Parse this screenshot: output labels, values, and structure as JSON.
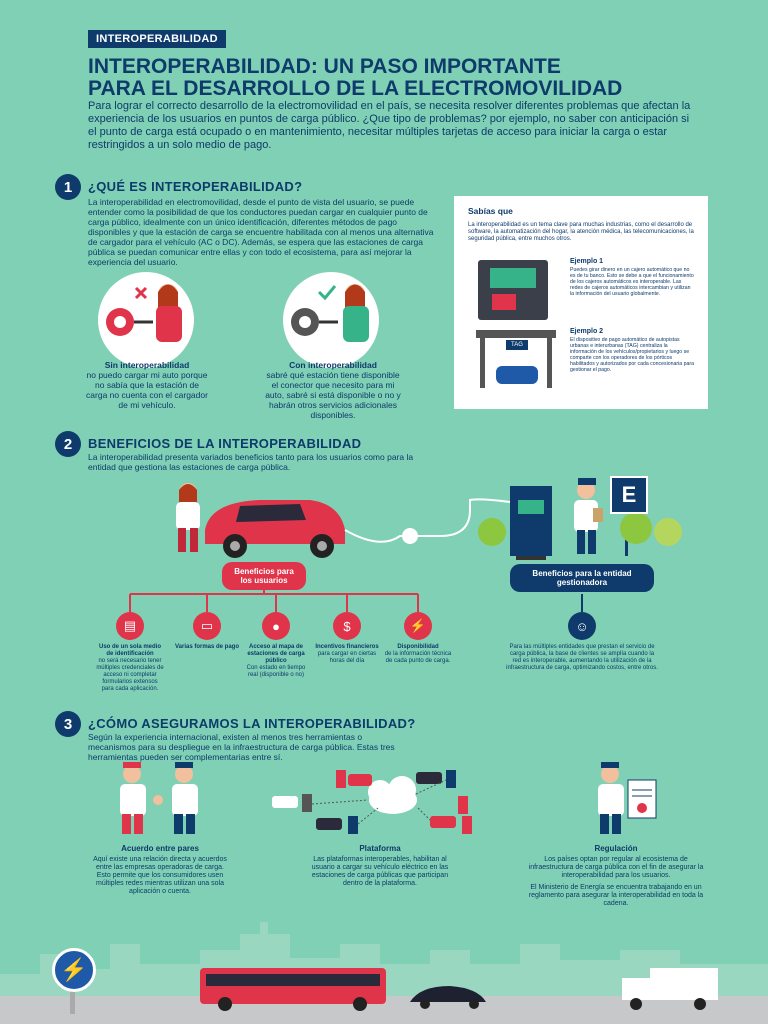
{
  "header": {
    "tag": "INTEROPERABILIDAD",
    "title_line1": "INTEROPERABILIDAD: UN PASO IMPORTANTE",
    "title_line2": "PARA EL DESARROLLO DE LA ELECTROMOVILIDAD",
    "intro": "Para lograr el correcto desarrollo de la electromovilidad en el país, se necesita resolver diferentes problemas que afectan la experiencia de los usuarios en puntos de carga público. ¿Que tipo de problemas? por ejemplo, no saber con anticipación si el punto de carga está ocupado o en mantenimiento, necesitar múltiples tarjetas de acceso para iniciar la carga o estar restringidos a un solo medio de pago."
  },
  "section1": {
    "num": "1",
    "heading": "¿QUÉ ES INTEROPERABILIDAD?",
    "text": "La interoperabilidad en electromovilidad, desde el punto de vista del usuario, se puede entender como la posibilidad de que los conductores puedan cargar en cualquier punto de carga público, idealmente con un único identificación, diferentes métodos de pago disponibles y que la estación de carga se encuentre habilitada con al menos una alternativa de cargador para el vehículo (AC o DC). Además, se espera que las estaciones de carga pública se puedan comunicar entre ellas y con todo el ecosistema, para así mejorar la experiencia del usuario.",
    "without_title": "Sin interoperabilidad",
    "without_text": "no puedo cargar mi auto porque no sabía que la estación de carga no cuenta con el cargador de mi vehículo.",
    "with_title": "Con interoperabilidad",
    "with_text": "sabré qué estación tiene disponible el conector que necesito para mi auto, sabré si está disponible o no y habrán otros servicios adicionales disponibles.",
    "sabias": {
      "heading": "Sabías que",
      "text": "La interoperabilidad es un tema clave para muchas industrias, como el desarrollo de software, la automatización del hogar, la atención médica, las telecomunicaciones, la seguridad pública, entre muchos otros.",
      "ex1_title": "Ejemplo 1",
      "ex1_text": "Puedes girar dinero en un cajero automático que no es de tu banco. Esto se debe a que el funcionamiento de los cajeros automáticos es interoperable. Las redes de cajeros automáticos intercambian y utilizan la información del usuario globalmente.",
      "ex2_title": "Ejemplo 2",
      "ex2_text": "El dispositivo de pago automático de autopistas urbanas e interurbanas (TAG) centraliza la información de los vehículos/propietarios y luego se comparte con los operadores de los pórticos habilitados y autorizados por cada concesionaria para gestionar el pago.",
      "tag_label": "TAG"
    }
  },
  "section2": {
    "num": "2",
    "heading": "BENEFICIOS DE LA INTEROPERABILIDAD",
    "text": "La interoperabilidad presenta variados beneficios tanto para los usuarios como para la entidad que gestiona las estaciones de carga pública.",
    "station_letter": "E",
    "users_pill": "Beneficios para los usuarios",
    "entity_pill": "Beneficios para la entidad gestionadora",
    "benefits": [
      {
        "title": "Uso de un sola medio de identificación",
        "text": "no será necesario tener múltiples credenciales de acceso ni completar formularios extensos para cada aplicación."
      },
      {
        "title": "Varias formas de pago",
        "text": ""
      },
      {
        "title": "Acceso al mapa de estaciones de carga público",
        "text": "Con estado en tiempo real (disponible o no)"
      },
      {
        "title": "Incentivos financieros",
        "text": "para cargar en ciertas horas del día"
      },
      {
        "title": "Disponibilidad",
        "text": "de la información técnica de cada punto de carga."
      }
    ],
    "entity_text": "Para las múltiples entidades que prestan el servicio de carga pública, la base de clientes se amplía cuando la red es interoperable, aumentando la utilización de la infraestructura de carga, optimizando costos, entre otros."
  },
  "section3": {
    "num": "3",
    "heading": "¿CÓMO ASEGURAMOS LA INTEROPERABILIDAD?",
    "text": "Según la experiencia internacional, existen al menos tres herramientas o mecanismos para su despliegue en la infraestructura de carga pública. Estas tres herramientas pueden ser complementarias entre sí.",
    "tools": [
      {
        "title": "Acuerdo entre pares",
        "text": "Aquí existe una relación directa y acuerdos entre las empresas operadoras de carga. Esto permite que los consumidores usen múltiples redes mientras utilizan una sola aplicación o cuenta."
      },
      {
        "title": "Plataforma",
        "text": "Las plataformas interoperables, habilitan al usuario a cargar su vehículo eléctrico en las estaciones de carga públicas que participan dentro de la plataforma."
      },
      {
        "title": "Regulación",
        "text": "Los países optan por regular al ecosistema de infraestructura de carga pública con el fin de asegurar la interoperabilidad para los usuarios.",
        "text2": "El Ministerio de Energía se encuentra trabajando en un reglamento para asegurar la interoperabilidad en toda la cadena."
      }
    ]
  },
  "colors": {
    "background": "#7fd0b4",
    "navy": "#0e3b6b",
    "red": "#e0344a"
  }
}
